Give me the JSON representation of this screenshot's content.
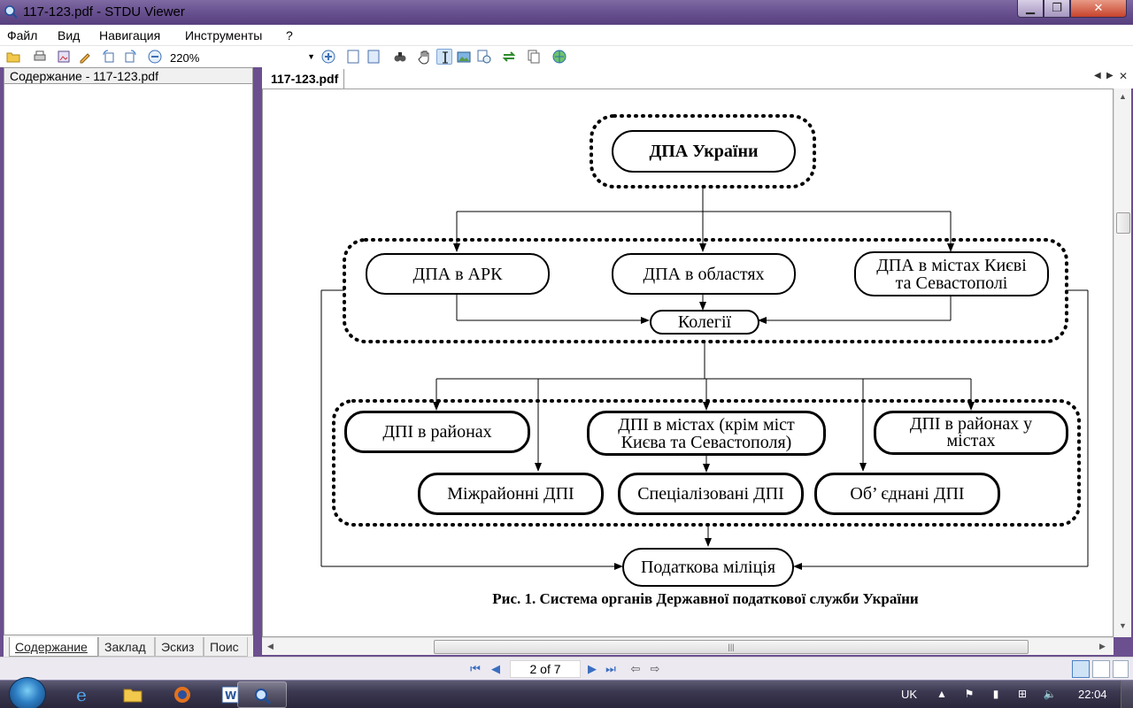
{
  "window": {
    "title": "117-123.pdf - STDU Viewer",
    "buttons": {
      "minimize": "▁",
      "maximize": "❐",
      "close": "✕"
    }
  },
  "menu": {
    "items": [
      "Файл",
      "Вид",
      "Навигация",
      "Инструменты",
      "?"
    ]
  },
  "toolbar": {
    "zoom_value": "220%"
  },
  "sidebar": {
    "header": "Содержание - 117-123.pdf",
    "tabs": [
      "Содержание",
      "Заклад",
      "Эскиз",
      "Поис"
    ],
    "active_tab": "Содержание"
  },
  "document": {
    "tab_label": "117-123.pdf",
    "diagram": {
      "top": "ДПА України",
      "regional": [
        "ДПА в АРК",
        "ДПА в областях",
        "ДПА в містах Києві та Севастополі"
      ],
      "board": "Колегії",
      "local_row1": [
        "ДПІ в районах",
        "ДПІ в містах (крім міст Києва та Севастополя)",
        "ДПІ в районах у містах"
      ],
      "local_row2": [
        "Міжрайонні ДПІ",
        "Спеціалізовані ДПІ",
        "Об’ єднані ДПІ"
      ],
      "bottom": "Податкова міліція"
    },
    "caption": "Рис. 1. Система органів Державної податкової служби України"
  },
  "statusbar": {
    "page_indicator": "2 of 7"
  },
  "taskbar": {
    "language": "UK",
    "clock": "22:04"
  }
}
